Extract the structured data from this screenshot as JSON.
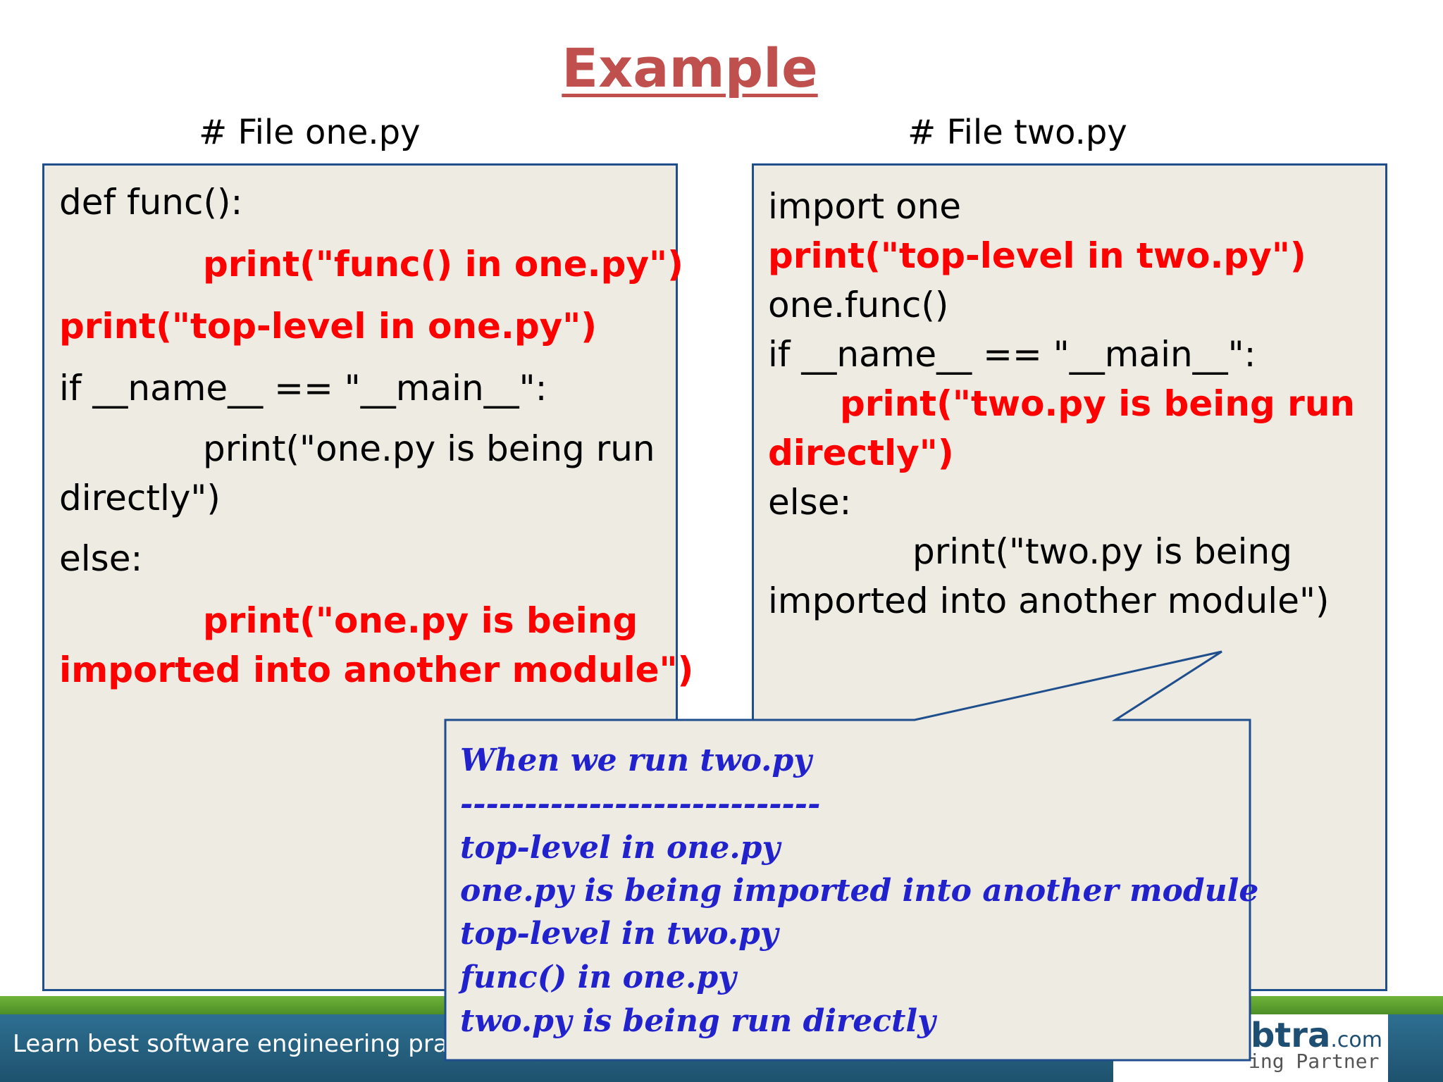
{
  "title": "Example",
  "left": {
    "label": "# File one.py",
    "lines": [
      "def func():",
      "print(\"func() in one.py\")",
      "print(\"top-level in one.py\")",
      "if __name__ == \"__main__\":",
      "print(\"one.py is being run",
      "directly\")",
      "else:",
      "print(\"one.py is being",
      "imported into another module\")"
    ]
  },
  "right": {
    "label": "# File two.py",
    "lines": [
      "import one",
      "print(\"top-level in two.py\")",
      "one.func()",
      "if __name__ == \"__main__\":",
      "print(\"two.py is being run",
      "directly\")",
      "else:",
      "print(\"two.py is being",
      "imported into another module\")"
    ]
  },
  "callout": {
    "lines": [
      "When we run two.py",
      "----------------------------",
      "top-level in one.py",
      "one.py is being imported into another module",
      "top-level in two.py",
      "func() in one.py",
      "two.py is being run directly"
    ]
  },
  "footer": {
    "text": "Learn best software engineering pract",
    "logo_main": "btra",
    "logo_suffix": ".com",
    "logo_sub": "ing Partner"
  },
  "colors": {
    "title": "#c0504d",
    "code_highlight": "#ff0000",
    "callout_text": "#2222cc",
    "panel_border": "#1f4e8c",
    "panel_fill": "#eeebe3"
  }
}
